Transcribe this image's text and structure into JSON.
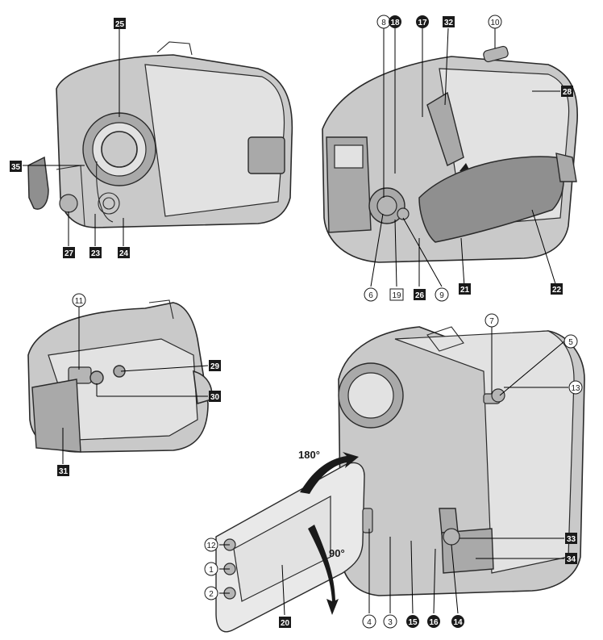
{
  "labels": {
    "l25": "25",
    "l35": "35",
    "l27": "27",
    "l23": "23",
    "l24": "24",
    "l8": "8",
    "l18": "18",
    "l17": "17",
    "l32": "32",
    "l10": "10",
    "l28": "28",
    "l6": "6",
    "l19": "19",
    "l26": "26",
    "l9": "9",
    "l21": "21",
    "l22": "22",
    "l11": "11",
    "l29": "29",
    "l30": "30",
    "l31": "31",
    "l7": "7",
    "l13": "13",
    "l5": "5",
    "l33": "33",
    "l34": "34",
    "l12": "12",
    "l1": "1",
    "l2": "2",
    "l20": "20",
    "l4": "4",
    "l3": "3",
    "l15": "15",
    "l16": "16",
    "l14": "14"
  },
  "angles": {
    "open": "180°",
    "rotate": "90°"
  }
}
